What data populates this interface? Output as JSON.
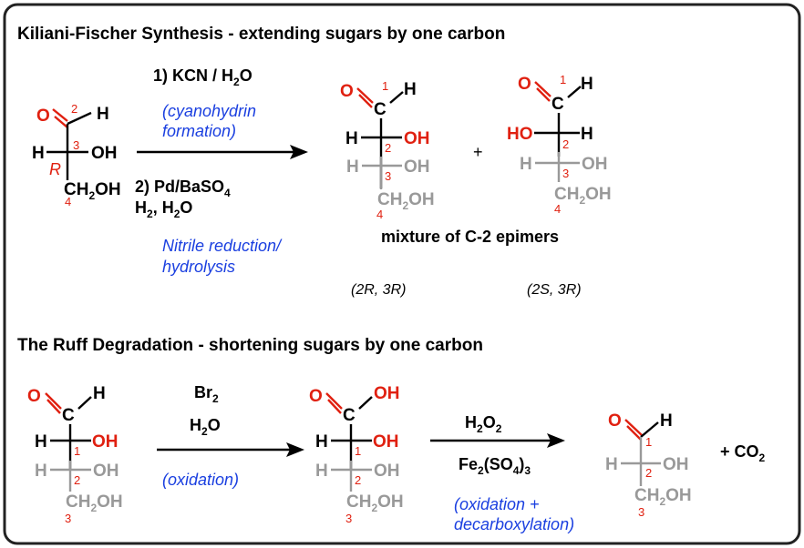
{
  "colors": {
    "black": "#000000",
    "red": "#e02010",
    "gray": "#999999",
    "blue": "#1a3fe0",
    "frame": "#222222"
  },
  "section1": {
    "title": "Kiliani-Fischer Synthesis - extending sugars by one carbon",
    "step1_reagent": "1) KCN / H",
    "step1_reagent_sub": "2",
    "step1_reagent_tail": "O",
    "step1_note_line1": "(cyanohydrin",
    "step1_note_line2": "formation)",
    "step2_reagent": "2) Pd/BaSO",
    "step2_reagent_sub": "4",
    "step2_reagent_line2a": "H",
    "step2_reagent_line2a_sub": "2",
    "step2_reagent_line2b": ", H",
    "step2_reagent_line2b_sub": "2",
    "step2_reagent_line2c": "O",
    "step2_note_line1": "Nitrile reduction/",
    "step2_note_line2": "hydrolysis",
    "plus": "+",
    "mixture_label": "mixture of C-2 epimers",
    "isomer_a": "(2R, 3R)",
    "isomer_b": "(2S, 3R)"
  },
  "section2": {
    "title": "The Ruff Degradation - shortening sugars by one carbon",
    "step1_reagent": "Br",
    "step1_reagent_sub": "2",
    "step1_reagent_line2": "H",
    "step1_reagent_line2_sub": "2",
    "step1_reagent_line2_tail": "O",
    "step1_note": "(oxidation)",
    "step2_reagent": "H",
    "step2_reagent_sub1": "2",
    "step2_reagent_mid": "O",
    "step2_reagent_sub2": "2",
    "step2_reagent_line2a": "Fe",
    "step2_reagent_line2a_sub": "2",
    "step2_reagent_line2b": "(SO",
    "step2_reagent_line2b_sub": "4",
    "step2_reagent_line2c": ")",
    "step2_reagent_line2c_sub": "3",
    "step2_note_line1": "(oxidation +",
    "step2_note_line2": "decarboxylation)",
    "co2_plus": "+ CO",
    "co2_sub": "2"
  },
  "atoms": {
    "O": "O",
    "H": "H",
    "C": "C",
    "OH": "OH",
    "HO": "HO",
    "CH2OH": "CH",
    "CH2OH_sub": "2",
    "CH2OH_tail": "OH",
    "R": "R"
  },
  "numbers": {
    "n1": "1",
    "n2": "2",
    "n3": "3",
    "n4": "4"
  }
}
